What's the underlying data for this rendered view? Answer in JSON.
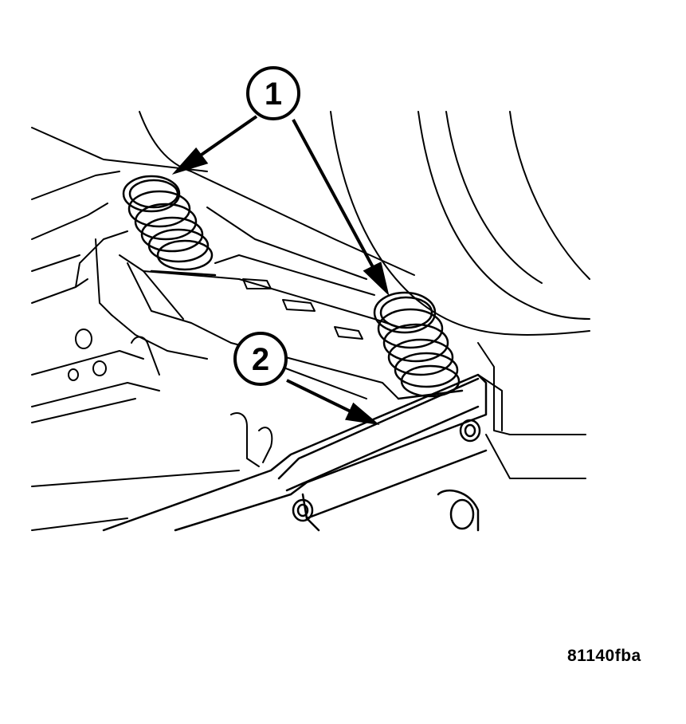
{
  "callouts": [
    {
      "id": "1",
      "label": "1"
    },
    {
      "id": "2",
      "label": "2"
    }
  ],
  "figure_id": "81140fba",
  "colors": {
    "line": "#000000",
    "background": "#ffffff"
  }
}
